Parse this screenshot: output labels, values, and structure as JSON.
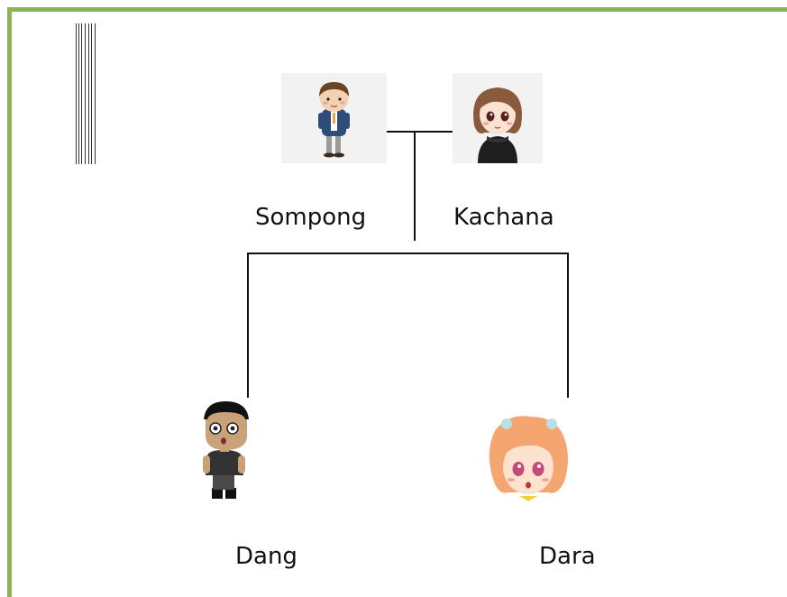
{
  "family_tree": {
    "parents": {
      "father": {
        "name": "Sompong",
        "avatar_icon": "cartoon-man-avatar-icon"
      },
      "mother": {
        "name": "Kachana",
        "avatar_icon": "cartoon-woman-avatar-icon"
      }
    },
    "children": [
      {
        "name": "Dang",
        "avatar_icon": "cartoon-boy-avatar-icon"
      },
      {
        "name": "Dara",
        "avatar_icon": "cartoon-girl-avatar-icon"
      }
    ]
  },
  "colors": {
    "frame": "#8db356",
    "line": "#111111",
    "text": "#111111"
  }
}
